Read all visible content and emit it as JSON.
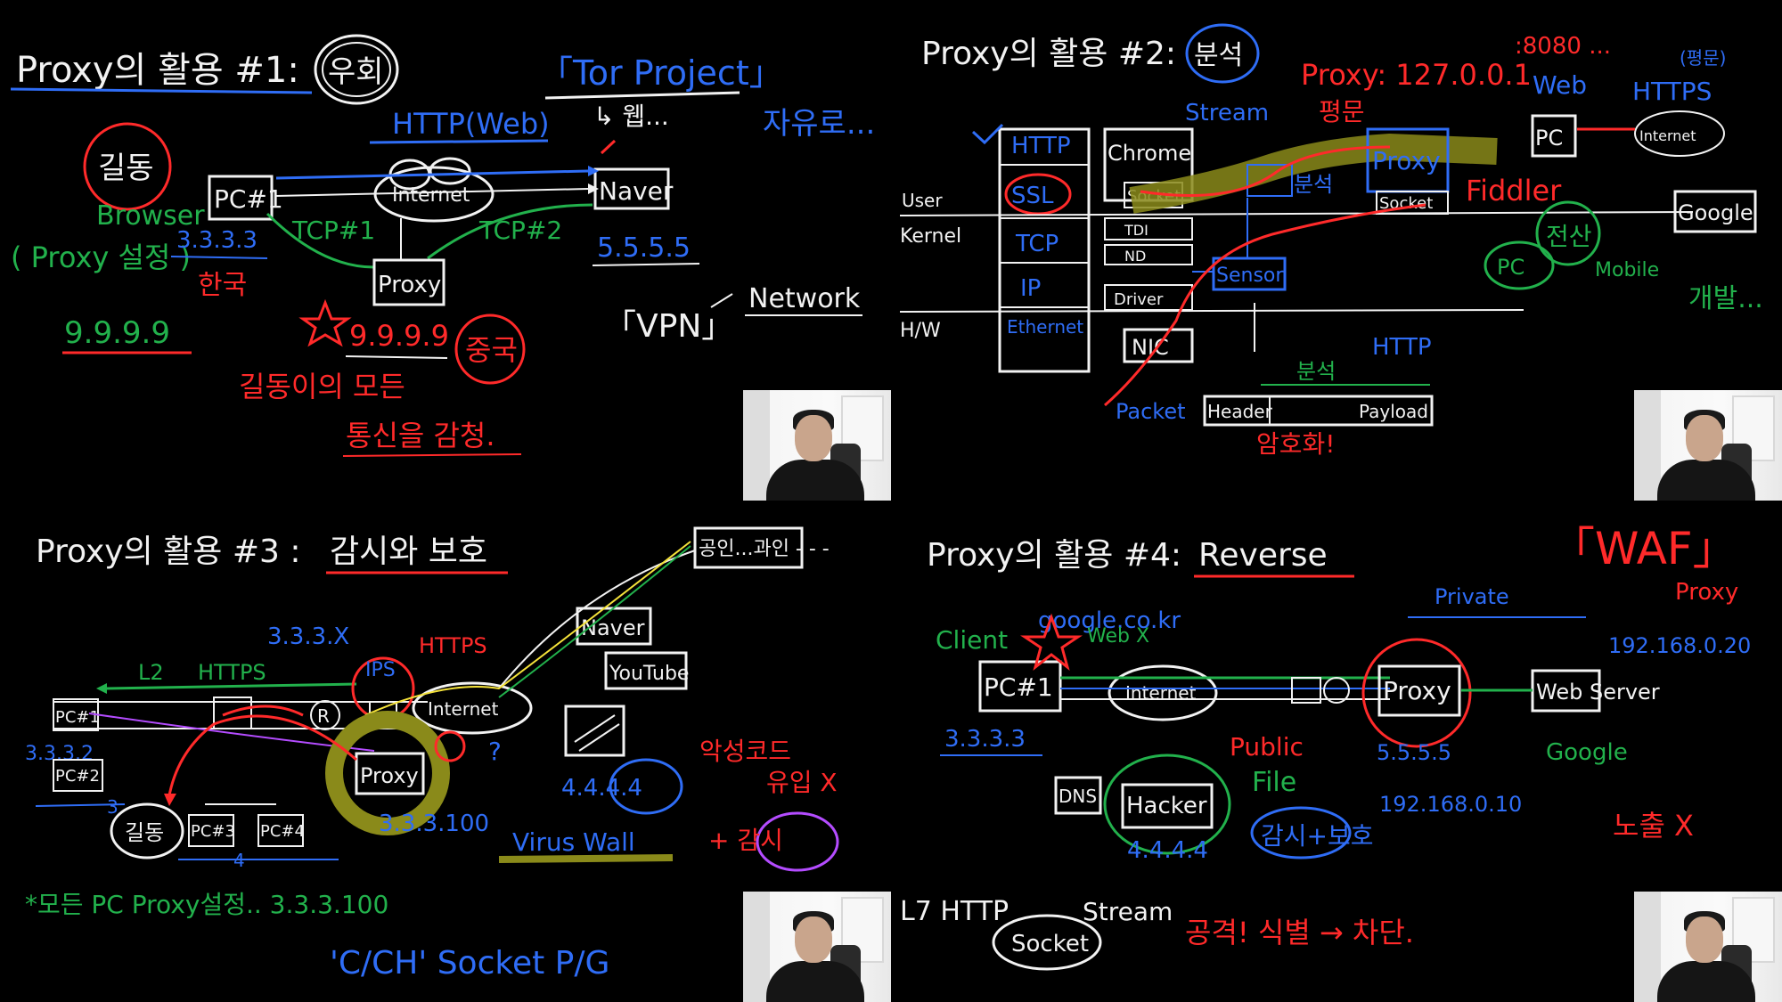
{
  "q1": {
    "title": "Proxy의 활용 #1:",
    "title_tag": "우회",
    "tor": "「Tor Project」",
    "tor_sub": "↳ 웹...",
    "freedom": "자유로...",
    "http_web": "HTTP(Web)",
    "gildong": "길동",
    "browser": "Browser",
    "proxy_setting": "( Proxy 설정 )",
    "pc1": "PC#1",
    "pc1_ip": "3.3.3.3",
    "hanguk": "한국",
    "internet": "Internet",
    "naver": "Naver",
    "naver_ip": "5.5.5.5",
    "tcp1": "TCP#1",
    "tcp2": "TCP#2",
    "proxy": "Proxy",
    "proxy_ip_left": "9.9.9.9",
    "proxy_ip_mid": "9.9.9.9",
    "china": "중국",
    "note1": "길동이의 모든",
    "note2": "통신을 감청.",
    "vpn": "「VPN」",
    "network": "Network"
  },
  "q2": {
    "title": "Proxy의 활용 #2:",
    "title_tag": "분석",
    "stream": "Stream",
    "proxy_addr": "Proxy: 127.0.0.1",
    "port": ":8080 ...",
    "web": "Web",
    "https": "HTTPS",
    "https_note": "(평문)",
    "http": "HTTP",
    "ssl": "SSL",
    "tcp": "TCP",
    "ip": "IP",
    "ethernet": "Ethernet",
    "user": "User",
    "kernel": "Kernel",
    "hw": "H/W",
    "chrome": "Chrome",
    "socket": "Socket",
    "tdi": "TDI",
    "ndis": "ND",
    "driver": "Driver",
    "nic": "NIC",
    "plaintext": "평문",
    "proxy": "Proxy",
    "analysis": "분석",
    "sensor": "Sensor",
    "fiddler": "Fiddler",
    "pc": "PC",
    "google": "Google",
    "internet": "Internet",
    "mobile": "Mobile",
    "jeonsan": "전산",
    "dev": "개발...",
    "packet": "Packet",
    "header": "Header",
    "payload": "Payload",
    "analysis2": "분석",
    "encryption": "암호화!"
  },
  "q3": {
    "title": "Proxy의 활용 #3 :",
    "title_tag": "감시와 보호",
    "l2": "L2",
    "https": "HTTPS",
    "ip_x": "3.3.3.X",
    "https2": "HTTPS",
    "ips": "IPS",
    "r": "R",
    "internet": "Internet",
    "naver": "Naver",
    "youtube": "YouTube",
    "gongin": "공인...과인 - - -",
    "pc1": "PC#1",
    "pc1_ip": "3.3.3.2",
    "pc2": "PC#2",
    "pc3": "PC#3",
    "pc4": "PC#4",
    "gildong": "길동",
    "n3": "3",
    "n4": "4",
    "proxy": "Proxy",
    "proxy_ip": "3.3.3.100",
    "malware": "악성코드",
    "inflow": "유입 X",
    "ip4": "4.4.4.4",
    "viruswall": "Virus Wall",
    "gamsi": "+ 감시",
    "note": "*모든 PC  Proxy설정.. 3.3.3.100",
    "bottom": "'C/CH' Socket P/G"
  },
  "q4": {
    "title": "Proxy의 활용 #4:",
    "title_tag": "Reverse",
    "waf": "「WAF」",
    "proxy_red": "Proxy",
    "private": "Private",
    "client": "Client",
    "google_url": "google.co.kr",
    "pc1": "PC#1",
    "pc1_ip": "3.3.3.3",
    "internet": "Internet",
    "proxy": "Proxy",
    "web_server": "Web Server",
    "ip_server": "192.168.0.20",
    "ip_proxy": "192.168.0.10",
    "google": "Google",
    "public": "Public",
    "public_ip": "5.5.5.5",
    "dns": "DNS",
    "hacker": "Hacker",
    "hacker_ip": "4.4.4.4",
    "file": "File",
    "gamsi": "감시+보호",
    "expose": "노출 X",
    "l7": "L7 HTTP",
    "socket": "Socket",
    "stream": "Stream",
    "attack": "공격! 식별 → 차단.",
    "web_x": "Web X"
  },
  "colors": {
    "white": "#f2f2f2",
    "red": "#ff2a2a",
    "blue": "#2f6df6",
    "green": "#22b14c",
    "olive": "#8a8a1a",
    "yellow": "#f4e23a",
    "purple": "#b44cff"
  }
}
